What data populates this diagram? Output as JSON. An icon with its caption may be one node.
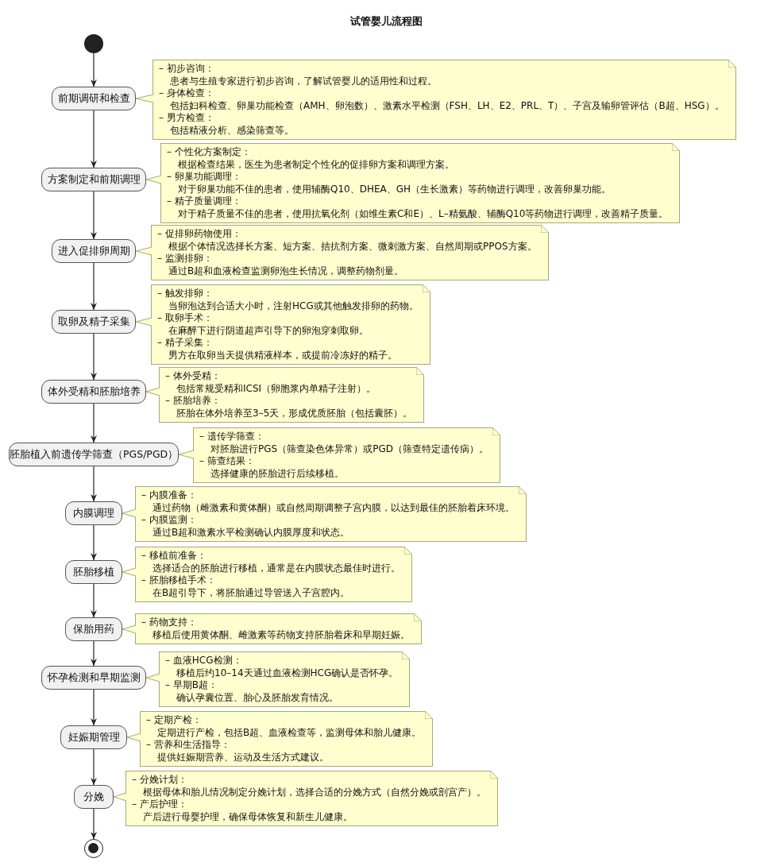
{
  "diagram": {
    "title": "试管婴儿流程图",
    "nodes": [
      {
        "text": [],
        "shape": "circle"
      },
      {
        "text": [
          "前期调研和检查"
        ]
      },
      {
        "text": [
          "– 初步咨询：",
          "患者与生殖专家进行初步咨询，了解试管婴儿的适用性和过程。",
          "– 身体检查：",
          "包括妇科检查、卵巢功能检查（AMH、卵泡数）、激素水平检测（FSH、LH、E2、PRL、T）、子宫及输卵管评估（B超、HSG）。",
          "– 男方检查：",
          "包括精液分析、感染筛查等。"
        ]
      },
      {
        "text": [
          "方案制定和前期调理"
        ]
      },
      {
        "text": [
          "– 个性化方案制定：",
          "根据检查结果，医生为患者制定个性化的促排卵方案和调理方案。",
          "– 卵巢功能调理：",
          "对于卵巢功能不佳的患者，使用辅酶Q10、DHEA、GH（生长激素）等药物进行调理，改善卵巢功能。",
          "– 精子质量调理：",
          "对于精子质量不佳的患者，使用抗氧化剂（如维生素C和E）、L–精氨酸、辅酶Q10等药物进行调理，改善精子质量。"
        ]
      },
      {
        "text": [
          "进入促排卵周期"
        ]
      },
      {
        "text": [
          "– 促排卵药物使用：",
          "根据个体情况选择长方案、短方案、拮抗剂方案、微刺激方案、自然周期或PPOS方案。",
          "– 监测排卵：",
          "通过B超和血液检查监测卵泡生长情况，调整药物剂量。"
        ]
      },
      {
        "text": [
          "取卵及精子采集"
        ]
      },
      {
        "text": [
          "– 触发排卵：",
          "当卵泡达到合适大小时，注射HCG或其他触发排卵的药物。",
          "– 取卵手术：",
          "在麻醉下进行阴道超声引导下的卵泡穿刺取卵。",
          "– 精子采集：",
          "男方在取卵当天提供精液样本，或提前冷冻好的精子。"
        ]
      },
      {
        "text": [
          "体外受精和胚胎培养"
        ]
      },
      {
        "text": [
          "– 体外受精：",
          "包括常规受精和ICSI（卵胞浆内单精子注射）。",
          "– 胚胎培养：",
          "胚胎在体外培养至3–5天，形成优质胚胎（包括囊胚）。"
        ]
      },
      {
        "text": [
          "胚胎植入前遗传学筛查（PGS/PGD）"
        ]
      },
      {
        "text": [
          "– 遗传学筛查：",
          "对胚胎进行PGS（筛查染色体异常）或PGD（筛查特定遗传病）。",
          "– 筛查结果：",
          "选择健康的胚胎进行后续移植。"
        ]
      },
      {
        "text": [
          "内膜调理"
        ]
      },
      {
        "text": [
          "– 内膜准备：",
          "通过药物（雌激素和黄体酮）或自然周期调整子宫内膜，以达到最佳的胚胎着床环境。",
          "– 内膜监测：",
          "通过B超和激素水平检测确认内膜厚度和状态。"
        ]
      },
      {
        "text": [
          "胚胎移植"
        ]
      },
      {
        "text": [
          "– 移植前准备：",
          "选择适合的胚胎进行移植，通常是在内膜状态最佳时进行。",
          "– 胚胎移植手术：",
          "在B超引导下，将胚胎通过导管送入子宫腔内。"
        ]
      },
      {
        "text": [
          "保胎用药"
        ]
      },
      {
        "text": [
          "– 药物支持：",
          "移植后使用黄体酮、雌激素等药物支持胚胎着床和早期妊娠。"
        ]
      },
      {
        "text": [
          "怀孕检测和早期监测"
        ]
      },
      {
        "text": [
          "– 血液HCG检测：",
          "移植后约10–14天通过血液检测HCG确认是否怀孕。",
          "– 早期B超：",
          "确认孕囊位置、胎心及胚胎发育情况。"
        ]
      },
      {
        "text": [
          "妊娠期管理"
        ]
      },
      {
        "text": [
          "– 定期产检：",
          "定期进行产检，包括B超、血液检查等，监测母体和胎儿健康。",
          "– 营养和生活指导：",
          "提供妊娠期营养、运动及生活方式建议。"
        ]
      },
      {
        "text": [
          "分娩"
        ]
      },
      {
        "text": [
          "– 分娩计划：",
          "根据母体和胎儿情况制定分娩计划，选择合适的分娩方式（自然分娩或剖宫产）。",
          "– 产后护理：",
          "产后进行母婴护理，确保母体恢复和新生儿健康。"
        ]
      },
      {
        "text": [],
        "shape": "circle"
      }
    ],
    "edges": [
      {
        "from": 0,
        "to": 1,
        "arrow": "to"
      },
      {
        "from": 1,
        "to": 3,
        "arrow": "to"
      },
      {
        "from": 3,
        "to": 5,
        "arrow": "to"
      },
      {
        "from": 5,
        "to": 7,
        "arrow": "to"
      },
      {
        "from": 7,
        "to": 9,
        "arrow": "to"
      },
      {
        "from": 9,
        "to": 11,
        "arrow": "to"
      },
      {
        "from": 11,
        "to": 13,
        "arrow": "to"
      },
      {
        "from": 13,
        "to": 15,
        "arrow": "to"
      },
      {
        "from": 15,
        "to": 17,
        "arrow": "to"
      },
      {
        "from": 17,
        "to": 19,
        "arrow": "to"
      },
      {
        "from": 19,
        "to": 21,
        "arrow": "to"
      },
      {
        "from": 21,
        "to": 23,
        "arrow": "to"
      },
      {
        "from": 23,
        "to": 25,
        "arrow": "to"
      },
      {
        "from": 2,
        "to": 1,
        "arrow": "to",
        "color": "#a8a87a"
      },
      {
        "from": 4,
        "to": 3,
        "arrow": "to",
        "color": "#a8a87a"
      },
      {
        "from": 6,
        "to": 5,
        "arrow": "to",
        "color": "#a8a87a"
      },
      {
        "from": 8,
        "to": 7,
        "arrow": "to",
        "color": "#a8a87a"
      },
      {
        "from": 10,
        "to": 9,
        "arrow": "to",
        "color": "#a8a87a"
      },
      {
        "from": 12,
        "to": 11,
        "arrow": "to",
        "color": "#a8a87a"
      },
      {
        "from": 14,
        "to": 13,
        "arrow": "to",
        "color": "#a8a87a"
      },
      {
        "from": 16,
        "to": 15,
        "arrow": "to",
        "color": "#a8a87a"
      },
      {
        "from": 18,
        "to": 17,
        "arrow": "to",
        "color": "#a8a87a"
      },
      {
        "from": 20,
        "to": 19,
        "arrow": "to",
        "color": "#a8a87a"
      },
      {
        "from": 22,
        "to": 21,
        "arrow": "to",
        "color": "#a8a87a"
      },
      {
        "from": 24,
        "to": 23,
        "arrow": "to",
        "color": "#a8a87a"
      }
    ]
  }
}
